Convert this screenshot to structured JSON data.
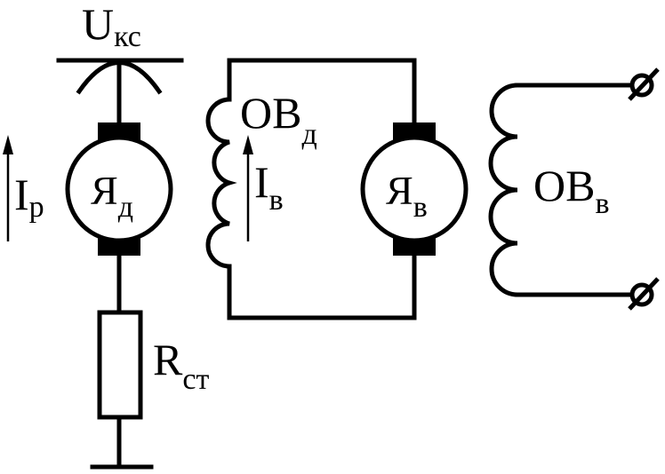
{
  "labels": {
    "u_ks": {
      "main": "U",
      "sub": "кс"
    },
    "ya_d": {
      "main": "Я",
      "sub": "д"
    },
    "ya_v": {
      "main": "Я",
      "sub": "в"
    },
    "ob_d": {
      "main": "ОВ",
      "sub": "д"
    },
    "ob_v": {
      "main": "ОВ",
      "sub": "в"
    },
    "i_p": {
      "main": "I",
      "sub": "р"
    },
    "i_v": {
      "main": "I",
      "sub": "в"
    },
    "r_st": {
      "main": "R",
      "sub": "ст"
    }
  },
  "colors": {
    "ink": "#000000",
    "background": "#ffffff"
  }
}
